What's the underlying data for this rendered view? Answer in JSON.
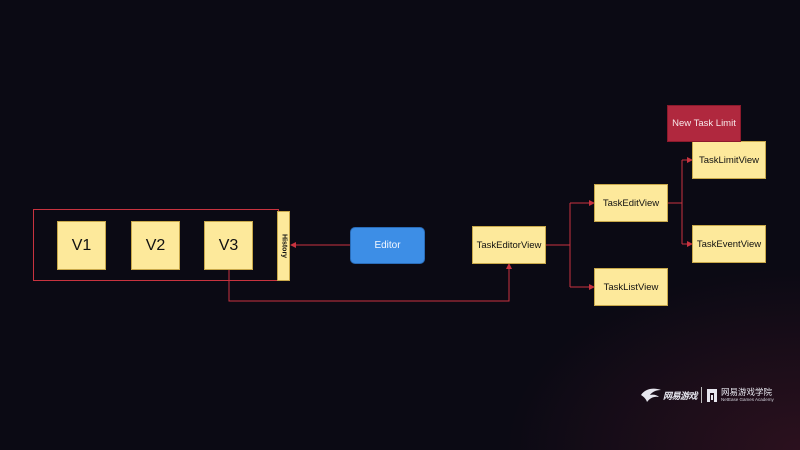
{
  "diagram": {
    "history_label": "History",
    "versions": [
      "V1",
      "V2",
      "V3"
    ],
    "editor_label": "Editor",
    "task_editor_view_label": "TaskEditorView",
    "task_edit_view_label": "TaskEditView",
    "task_list_view_label": "TaskListView",
    "task_limit_view_label": "TaskLimitView",
    "task_event_view_label": "TaskEventView",
    "new_task_limit_label": "New Task Limit"
  },
  "logo": {
    "brand_cn": "网易游戏",
    "academy_cn": "网易游戏学院",
    "academy_en": "NetEase Games Academy"
  },
  "colors": {
    "background": "#0b0a14",
    "node_fill": "#fde99b",
    "node_border": "#c8a84a",
    "connector": "#c8333f",
    "editor_fill": "#3d8ee6",
    "limit_fill": "#b0283e"
  }
}
